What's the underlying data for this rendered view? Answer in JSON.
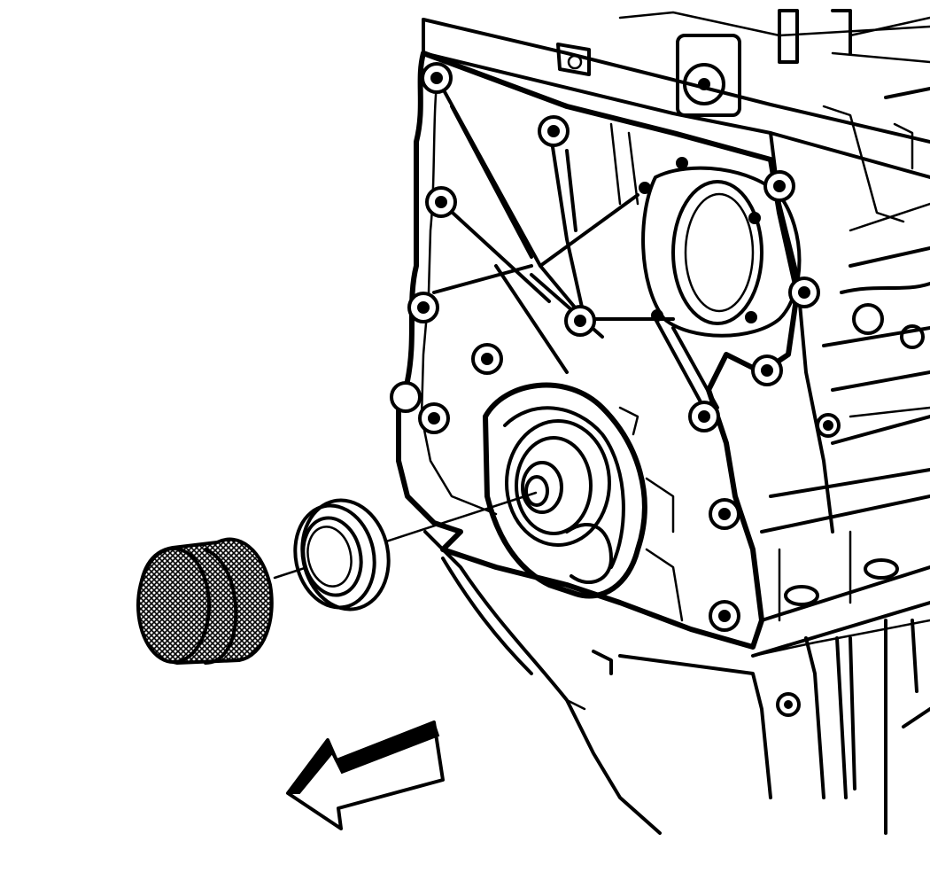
{
  "diagram": {
    "kind": "engine-service-illustration",
    "parts": [
      {
        "id": "engine-block-front",
        "icon": "engine-block-icon"
      },
      {
        "id": "front-cover",
        "icon": "front-cover-icon"
      },
      {
        "id": "crankshaft-nose",
        "icon": "crankshaft-icon"
      },
      {
        "id": "front-crankshaft-oil-seal",
        "icon": "oil-seal-icon"
      },
      {
        "id": "seal-installer-tool",
        "icon": "installer-tool-icon"
      },
      {
        "id": "oil-pan",
        "icon": "oil-pan-icon"
      }
    ],
    "direction_arrow": {
      "icon": "arrow-left-icon",
      "meaning": "front-of-engine"
    },
    "colors": {
      "line": "#000000",
      "background": "#ffffff",
      "hatch": "#000000"
    }
  }
}
